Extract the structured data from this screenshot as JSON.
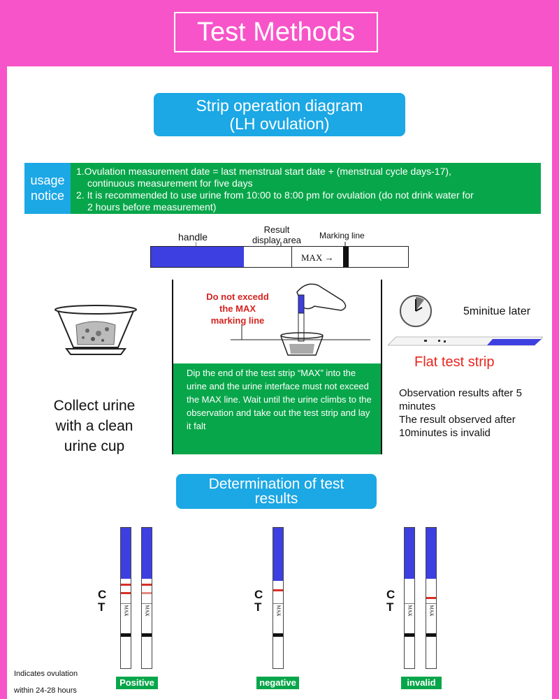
{
  "header": {
    "title": "Test Methods"
  },
  "section1": {
    "title_line1": "Strip operation diagram",
    "title_line2": "(LH ovulation)"
  },
  "usage": {
    "label_line1": "usage",
    "label_line2": "notice",
    "item1_line1": "1.Ovulation measurement date = last menstrual start date + (menstrual cycle days-17),",
    "item1_line2": "continuous measurement for five days",
    "item2_line1": "2. It is recommended to use urine from 10:00 to 8:00 pm for ovulation (do not drink water for",
    "item2_line2": "2 hours before measurement)"
  },
  "strip_diagram": {
    "handle_label": "handle",
    "result_label_line1": "Result",
    "result_label_line2": "display area",
    "marking_label": "Marking line",
    "max_text": "MAX",
    "arrow_glyph": "→"
  },
  "steps": {
    "collect_line1": "Collect urine",
    "collect_line2": "with a clean",
    "collect_line3": "urine cup",
    "warn_line1": "Do not excedd",
    "warn_line2": "the MAX",
    "warn_line3": "marking line",
    "dip_text": "Dip the end of the test strip “MAX” into the urine and the urine interface must not exceed the MAX line. Wait until the urine climbs to the observation and take out the test strip and lay it falt",
    "later_label": "5minitue later",
    "flat_label": "Flat test strip",
    "obs_line1": "Observation results after 5 minutes",
    "obs_line2": "The result observed after 10minutes is invalid"
  },
  "section2": {
    "title_line1": "Determination of test",
    "title_line2": "results"
  },
  "results": {
    "c_label": "C",
    "t_label": "T",
    "strip_max_text": "MAX",
    "positive_label": "Positive",
    "negative_label": "negative",
    "invalid_label": "invalid",
    "note_line1": "Indicates ovulation",
    "note_line2": "within 24-28 hours"
  },
  "colors": {
    "background": "#f754c9",
    "accent_blue": "#1ca7e5",
    "green": "#08a64a",
    "strip_blue": "#3d3fe0",
    "line_red": "#d83028"
  }
}
